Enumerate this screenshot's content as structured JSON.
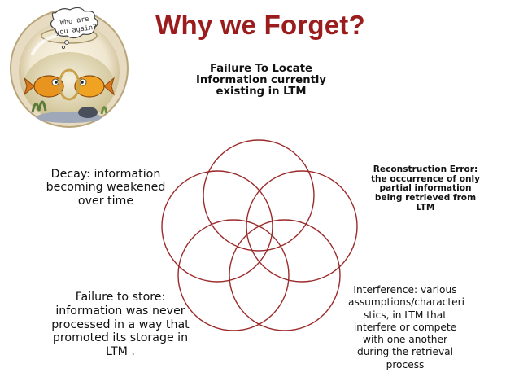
{
  "slide": {
    "title": "Why we Forget?"
  },
  "illustration": {
    "speech_bubble_line1": "Who are",
    "speech_bubble_line2": "you again?"
  },
  "labels": {
    "top": "Failure To Locate Information currently existing in LTM",
    "left": "Decay: information becoming weakened over time",
    "right": "Reconstruction Error: the occurrence of only partial information being retrieved from LTM",
    "bottom_left": "Failure to store: information was never processed in a way that promoted its storage in LTM .",
    "bottom_right": "Interference: various assumptions/characteri stics,  in LTM that interfere or compete with one another during the retrieval process"
  },
  "colors": {
    "title": "#9b1c1c",
    "circle_stroke": "#9b2a2a"
  }
}
